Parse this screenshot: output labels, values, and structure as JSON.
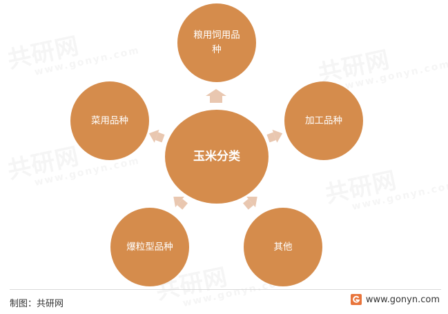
{
  "diagram": {
    "center_label": "玉米分类",
    "nodes": [
      {
        "label": "粮用饲用品种"
      },
      {
        "label": "加工品种"
      },
      {
        "label": "其他"
      },
      {
        "label": "爆粒型品种"
      },
      {
        "label": "菜用品种"
      }
    ]
  },
  "footer": {
    "credit": "制图：共研网",
    "website": "www.gonyn.com"
  },
  "watermark": {
    "text": "共研网",
    "sub": "www.gonyn.com"
  },
  "colors": {
    "node_fill": "#D58C4C",
    "arrow_fill": "#E9C7B0",
    "text": "#FFFFFF",
    "logo": "#E8743B"
  },
  "icons": {
    "logo": "gonyn-logo-icon"
  }
}
